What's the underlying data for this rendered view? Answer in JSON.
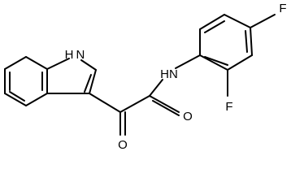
{
  "molecule": {
    "atoms": {
      "nh_indole": "H N",
      "amide_nh": "HN",
      "keto_o": "O",
      "amide_o": "O",
      "f_ortho": "F",
      "f_para": "F"
    }
  }
}
